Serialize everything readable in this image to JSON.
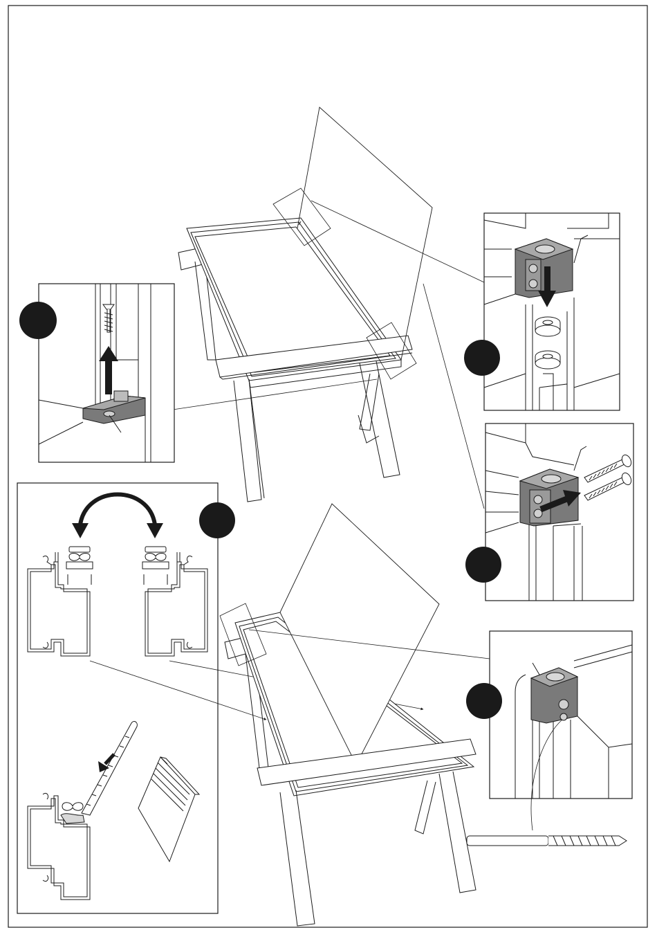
{
  "page": {
    "kind": "assembly-instruction-sheet",
    "background": "#ffffff",
    "ink": "#1a1a1a",
    "fill_dark": "#6e6e6e",
    "fill_mid": "#9a9a9a",
    "fill_light": "#d8d8d8"
  },
  "steps": [
    {
      "id": "a",
      "marker": "filled-circle",
      "label": ""
    },
    {
      "id": "b",
      "marker": "filled-circle",
      "label": ""
    },
    {
      "id": "c",
      "marker": "filled-circle",
      "label": ""
    },
    {
      "id": "d",
      "marker": "filled-circle",
      "label": ""
    },
    {
      "id": "e",
      "marker": "filled-circle",
      "label": ""
    }
  ],
  "icons": {
    "screw": "screw-icon",
    "arrow": "arrow-icon",
    "glazing_tool": "glazing-tool-icon",
    "glass_pane": "glass-pane-icon",
    "trestle": "trestle-icon",
    "corner_bracket": "corner-bracket-icon",
    "frame_profile": "frame-profile-icon"
  }
}
